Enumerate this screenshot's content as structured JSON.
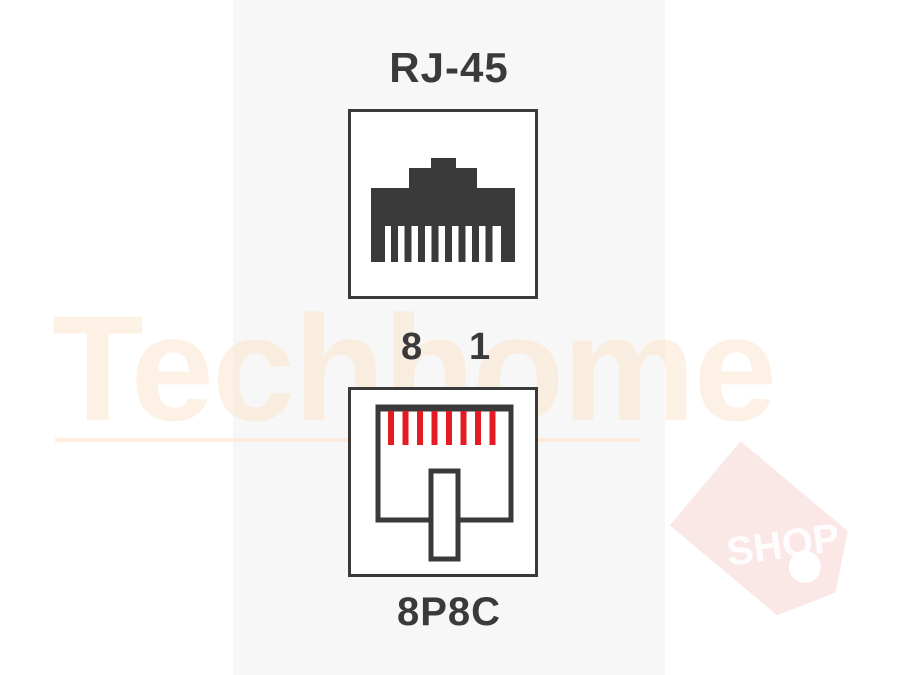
{
  "diagram": {
    "top_label": "RJ-45",
    "bottom_label": "8P8C",
    "pin_left": "8",
    "pin_right": "1",
    "pin_count": 8
  },
  "watermark": {
    "brand": "Techhome",
    "tag": "SHOP"
  },
  "colors": {
    "ink": "#3a3a3a",
    "contacts": "#e41b23",
    "watermark": "#fbe6cf",
    "tag": "#f6d5d3"
  }
}
